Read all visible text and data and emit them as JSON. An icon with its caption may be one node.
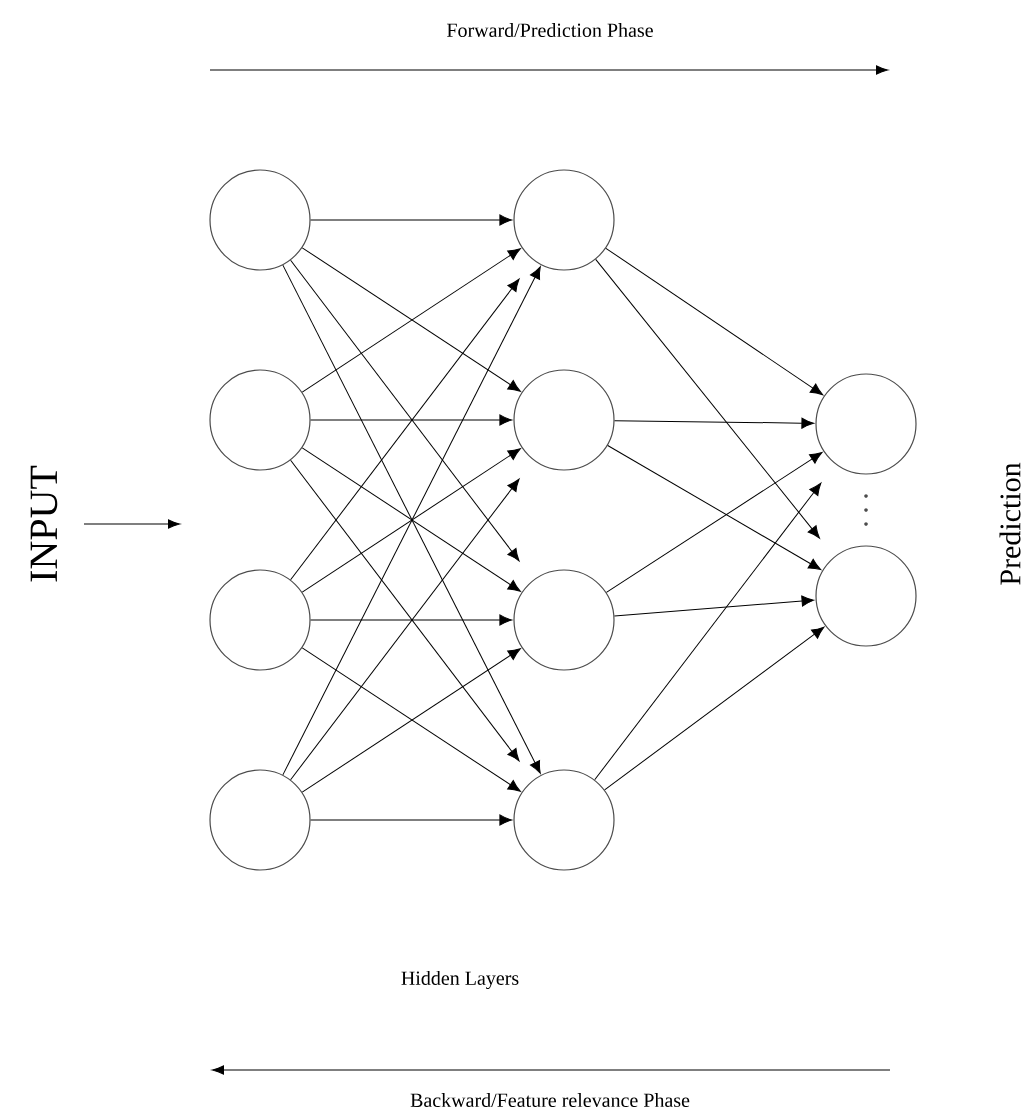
{
  "diagram": {
    "nodes": [
      {
        "text": [],
        "shape": "circle"
      },
      {
        "text": [],
        "shape": "circle"
      },
      {
        "text": [],
        "shape": "circle"
      },
      {
        "text": [],
        "shape": "circle"
      },
      {
        "text": [],
        "shape": "circle"
      },
      {
        "text": [],
        "shape": "circle"
      },
      {
        "text": [],
        "shape": "circle"
      },
      {
        "text": [],
        "shape": "circle"
      },
      {
        "text": [],
        "shape": "circle"
      },
      {
        "text": [],
        "shape": "circle"
      }
    ],
    "edges": [
      {
        "from": 0,
        "to": 4,
        "arrow": "to"
      },
      {
        "from": 0,
        "to": 5,
        "arrow": "to"
      },
      {
        "from": 0,
        "to": 6,
        "arrow": "to"
      },
      {
        "from": 0,
        "to": 7,
        "arrow": "to"
      },
      {
        "from": 1,
        "to": 4,
        "arrow": "to"
      },
      {
        "from": 1,
        "to": 5,
        "arrow": "to"
      },
      {
        "from": 1,
        "to": 6,
        "arrow": "to"
      },
      {
        "from": 1,
        "to": 7,
        "arrow": "to"
      },
      {
        "from": 2,
        "to": 4,
        "arrow": "to"
      },
      {
        "from": 2,
        "to": 5,
        "arrow": "to"
      },
      {
        "from": 2,
        "to": 6,
        "arrow": "to"
      },
      {
        "from": 2,
        "to": 7,
        "arrow": "to"
      },
      {
        "from": 3,
        "to": 4,
        "arrow": "to"
      },
      {
        "from": 3,
        "to": 5,
        "arrow": "to"
      },
      {
        "from": 3,
        "to": 6,
        "arrow": "to"
      },
      {
        "from": 3,
        "to": 7,
        "arrow": "to"
      },
      {
        "from": 4,
        "to": 8,
        "arrow": "to"
      },
      {
        "from": 4,
        "to": 9,
        "arrow": "to"
      },
      {
        "from": 5,
        "to": 8,
        "arrow": "to"
      },
      {
        "from": 5,
        "to": 9,
        "arrow": "to"
      },
      {
        "from": 6,
        "to": 8,
        "arrow": "to"
      },
      {
        "from": 6,
        "to": 9,
        "arrow": "to"
      },
      {
        "from": 7,
        "to": 8,
        "arrow": "to"
      },
      {
        "from": 7,
        "to": 9,
        "arrow": "to"
      }
    ],
    "labels": [
      "Forward/Prediction Phase",
      "INPUT",
      "Prediction",
      "Hidden Layers",
      "Backward/Feature relevance Phase"
    ]
  }
}
